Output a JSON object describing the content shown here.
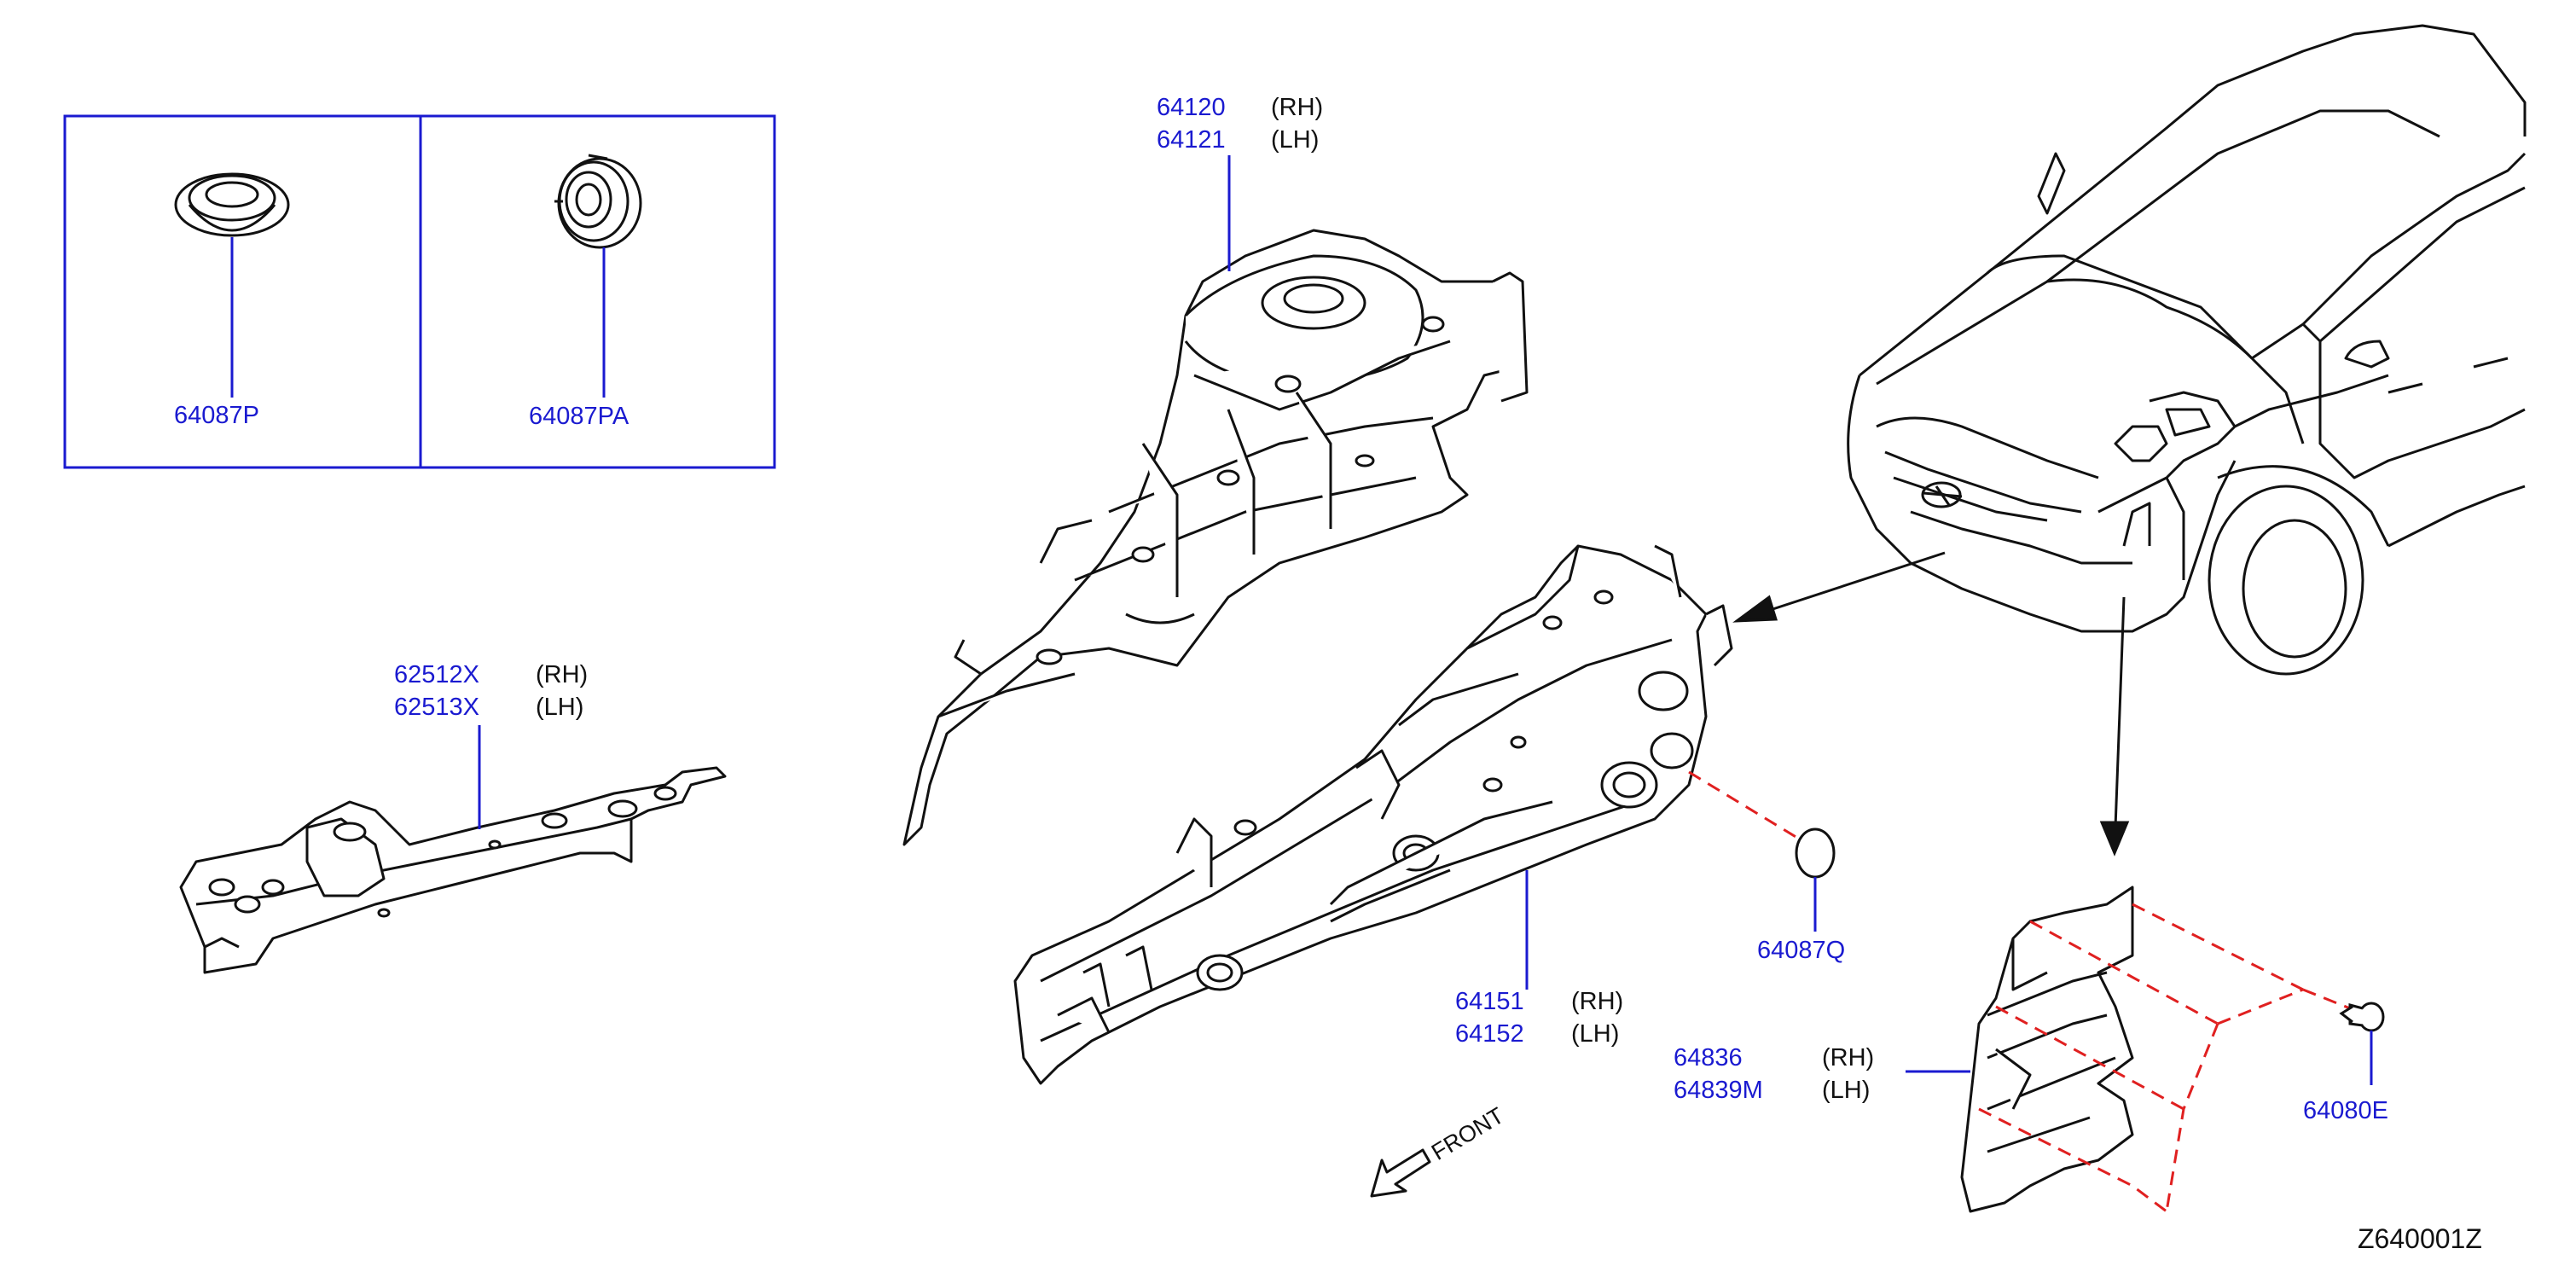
{
  "labels": {
    "p64087P": "64087P",
    "p64087PA": "64087PA",
    "p64120": "64120",
    "p64121": "64121",
    "p62512X": "62512X",
    "p62513X": "62513X",
    "p64151": "64151",
    "p64152": "64152",
    "p64087Q": "64087Q",
    "p64836": "64836",
    "p64839M": "64839M",
    "p64080E": "64080E",
    "rh": "(RH)",
    "lh": "(LH)",
    "front": "FRONT",
    "diagram_ref": "Z640001Z"
  },
  "colors": {
    "part_number": "#1a1ad0",
    "line_art": "#111111",
    "leader": "#1a1ad0",
    "dashed": "#e02020"
  },
  "icons": [
    "grommet-icon",
    "plug-icon",
    "clip-icon",
    "front-arrow-icon"
  ]
}
